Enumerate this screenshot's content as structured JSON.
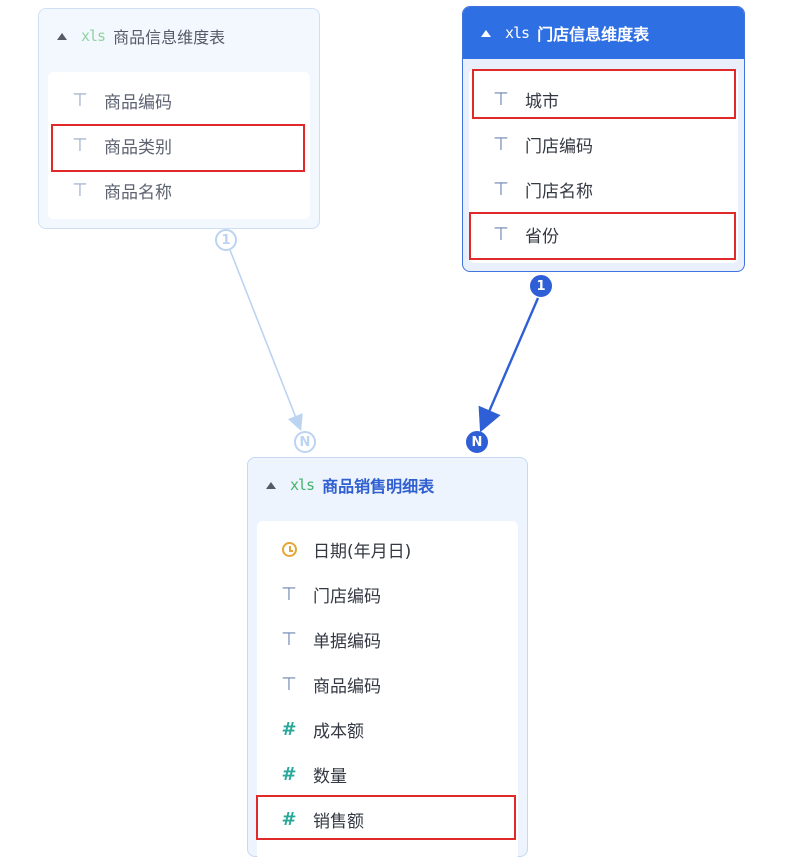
{
  "tables": {
    "product_dim": {
      "title": "商品信息维度表",
      "file_type": "xls",
      "fields": [
        {
          "label": "商品编码",
          "type": "text"
        },
        {
          "label": "商品类别",
          "type": "text",
          "highlighted": true
        },
        {
          "label": "商品名称",
          "type": "text"
        }
      ]
    },
    "store_dim": {
      "title": "门店信息维度表",
      "file_type": "xls",
      "fields": [
        {
          "label": "城市",
          "type": "text",
          "highlighted": true
        },
        {
          "label": "门店编码",
          "type": "text"
        },
        {
          "label": "门店名称",
          "type": "text"
        },
        {
          "label": "省份",
          "type": "text",
          "highlighted": true
        }
      ]
    },
    "sales_fact": {
      "title": "商品销售明细表",
      "file_type": "xls",
      "fields": [
        {
          "label": "日期(年月日)",
          "type": "date"
        },
        {
          "label": "门店编码",
          "type": "text"
        },
        {
          "label": "单据编码",
          "type": "text"
        },
        {
          "label": "商品编码",
          "type": "text"
        },
        {
          "label": "成本额",
          "type": "number"
        },
        {
          "label": "数量",
          "type": "number"
        },
        {
          "label": "销售额",
          "type": "number",
          "highlighted": true
        }
      ]
    }
  },
  "relations": [
    {
      "from": "product_dim",
      "to": "sales_fact",
      "from_label": "1",
      "to_label": "N",
      "style": "faded"
    },
    {
      "from": "store_dim",
      "to": "sales_fact",
      "from_label": "1",
      "to_label": "N",
      "style": "solid"
    }
  ],
  "colors": {
    "highlight": "#e02a2a",
    "active_header": "#2f6fe4",
    "relation_solid": "#2f5fd6",
    "relation_faded": "#bcd3f2"
  }
}
